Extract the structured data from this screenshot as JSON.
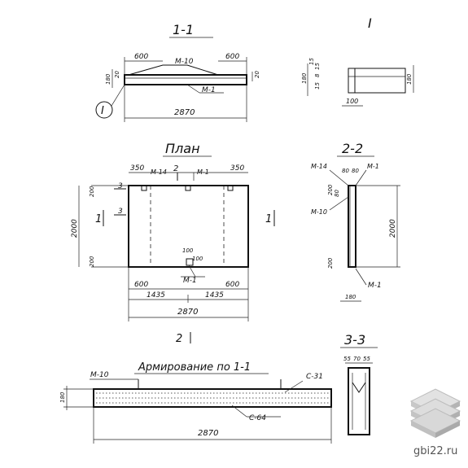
{
  "section_1_1": {
    "title": "1-1",
    "dim_left": "600",
    "dim_right": "600",
    "dim_width": "2870",
    "mark_top": "M-10",
    "mark_bottom": "M-1",
    "dim_h_left": "180",
    "dim_h_left_small": "20",
    "dim_h_right": "20",
    "callout": "I"
  },
  "detail_I": {
    "title": "I",
    "dim_h_left": "180",
    "dim_a": "15",
    "dim_b": "8",
    "dim_c": "15",
    "dim_d": "15",
    "dim_h_right": "180",
    "dim_bottom": "100"
  },
  "plan": {
    "title": "План",
    "section_mark": "2",
    "dim_top_left": "350",
    "dim_top_right": "350",
    "mark_m14": "M-14",
    "mark_m1_top": "M-1",
    "mark_m1_bottom": "M-1",
    "dim_small_a": "100",
    "dim_small_b": "100",
    "dim_height": "2000",
    "dim_200_top": "200",
    "dim_200_bottom": "200",
    "dim_600_left": "600",
    "dim_600_right": "600",
    "dim_1435_left": "1435",
    "dim_1435_right": "1435",
    "dim_width": "2870",
    "section_mark_1": "1",
    "section_mark_3": "3"
  },
  "section_2_2": {
    "title": "2-2",
    "mark_m14": "M-14",
    "mark_m1_top": "M-1",
    "mark_m10": "M-10",
    "mark_m1_bottom": "M-1",
    "dim_80a": "80",
    "dim_80b": "80",
    "dim_200a": "200",
    "dim_80c": "80",
    "dim_200b": "200",
    "dim_height": "2000",
    "dim_bottom": "180"
  },
  "reinforcement": {
    "title": "Армирование по 1-1",
    "mark_m10": "M-10",
    "mark_c31": "С-31",
    "mark_c64": "С-64",
    "dim_height": "180",
    "dim_width": "2870"
  },
  "section_3_3": {
    "title": "3-3",
    "dim_a": "55",
    "dim_b": "70",
    "dim_c": "55"
  },
  "watermark": {
    "site": "gbi22.ru"
  }
}
